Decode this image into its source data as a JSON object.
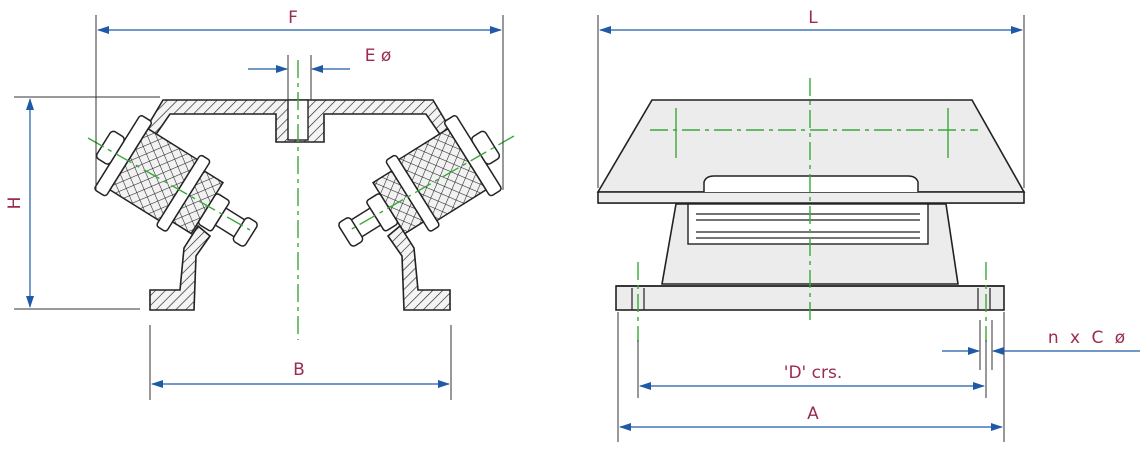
{
  "labels": {
    "F": "F",
    "E": "E ø",
    "H": "H",
    "B": "B",
    "L": "L",
    "D": "'D' crs.",
    "A": "A",
    "nC": "n x C ø"
  },
  "colors": {
    "dimension_text": "#9b2c4f",
    "dimension_line": "#1f5aa6",
    "centerline": "#3aa83a",
    "outline": "#222222",
    "body_fill": "#ececec"
  }
}
